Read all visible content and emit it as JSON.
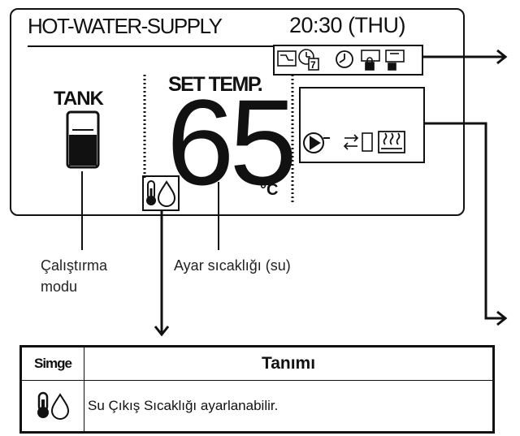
{
  "display": {
    "mode_title": "HOT-WATER-SUPPLY",
    "clock": "20:30 (THU)",
    "tank_label": "TANK",
    "set_temp_label": "SET TEMP.",
    "set_temp_value": "65",
    "temp_unit": "°C",
    "tank_fill_level": 0.6
  },
  "callouts": {
    "operation_mode": [
      "Çalıştırma",
      "modu"
    ],
    "set_temperature": "Ayar sıcaklığı (su)"
  },
  "legend": {
    "header_icon": "Simge",
    "header_desc": "Tanımı",
    "rows": [
      {
        "icon": "thermometer-drop-icon",
        "description": "Su Çıkış Sıcaklığı ayarlanabilir."
      }
    ]
  }
}
